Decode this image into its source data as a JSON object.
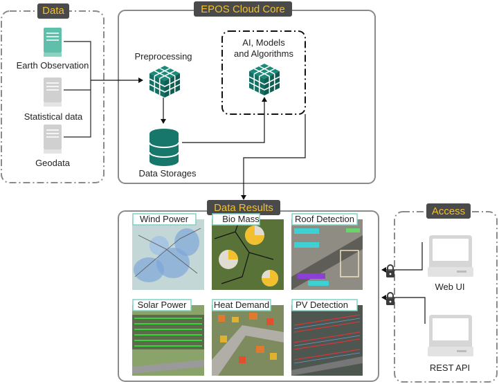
{
  "groups": {
    "data": {
      "title": "Data"
    },
    "core": {
      "title": "EPOS Cloud Core"
    },
    "results": {
      "title": "Data Results"
    },
    "access": {
      "title": "Access"
    }
  },
  "data_sources": [
    {
      "label": "Earth Observation",
      "icon": "server-icon",
      "color": "#5fbfaa"
    },
    {
      "label": "Statistical data",
      "icon": "server-icon",
      "color": "#d0d0d0"
    },
    {
      "label": "Geodata",
      "icon": "server-icon",
      "color": "#d0d0d0"
    }
  ],
  "core": {
    "preprocessing": "Preprocessing",
    "storage": "Data Storages",
    "ai_line1": "AI, Models",
    "ai_line2": "and Algorithms"
  },
  "results": [
    {
      "label": "Wind Power"
    },
    {
      "label": "Bio Mass"
    },
    {
      "label": "Roof Detection"
    },
    {
      "label": "Solar Power"
    },
    {
      "label": "Heat Demand"
    },
    {
      "label": "PV Detection"
    }
  ],
  "access": [
    {
      "label": "Web UI",
      "icon": "computer-icon"
    },
    {
      "label": "REST API",
      "icon": "computer-icon"
    }
  ],
  "colors": {
    "teal": "#16776a",
    "title_bg": "#4a4a4a",
    "title_text": "#f2c02f",
    "border": "#8a8a8a",
    "thumb_label_border": "#7fd3c4"
  }
}
